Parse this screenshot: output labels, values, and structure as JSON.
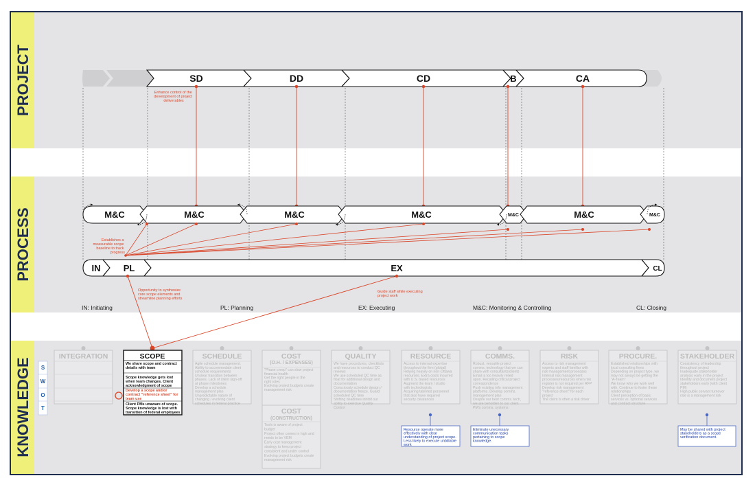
{
  "bands": {
    "project": {
      "label": "PROJECT"
    },
    "process": {
      "label": "PROCESS"
    },
    "knowledge": {
      "label": "KNOWLEDGE"
    }
  },
  "project_phases": [
    {
      "id": "sd",
      "label": "SD"
    },
    {
      "id": "dd",
      "label": "DD"
    },
    {
      "id": "cd",
      "label": "CD"
    },
    {
      "id": "b",
      "label": "B"
    },
    {
      "id": "ca",
      "label": "CA"
    }
  ],
  "project_annotation": [
    "Enhance control of the",
    "development of project",
    "deliverables"
  ],
  "mc_blocks": [
    {
      "label": "M&C"
    },
    {
      "label": "M&C"
    },
    {
      "label": "M&C"
    },
    {
      "label": "M&C"
    },
    {
      "label": "M&C"
    },
    {
      "label": "M&C"
    },
    {
      "label": "M&C"
    }
  ],
  "process_groups": [
    {
      "id": "in",
      "label": "IN"
    },
    {
      "id": "pl",
      "label": "PL"
    },
    {
      "id": "ex",
      "label": "EX"
    },
    {
      "id": "cl",
      "label": "CL"
    }
  ],
  "process_annotations": {
    "scope_baseline": [
      "Establishes a",
      "measurable scope",
      "baseline to track",
      "progress"
    ],
    "synthesize": [
      "Opportunity to synthesize",
      "core scope elements and",
      "streamline planning efforts"
    ],
    "guide_staff": [
      "Guide staff while executing",
      "project work"
    ]
  },
  "legend": [
    "IN: Initiating",
    "PL: Planning",
    "EX: Executing",
    "M&C: Monitoring & Controlling",
    "CL: Closing"
  ],
  "swot": [
    "S",
    "W",
    "O",
    "T"
  ],
  "knowledge_areas": [
    {
      "id": "integration",
      "title": "INTEGRATION",
      "subtitle": "",
      "lines": []
    },
    {
      "id": "schedule",
      "title": "SCHEDULE",
      "subtitle": "",
      "lines": [
        "Agile schedule management.",
        "Ability to accommodate client",
        "schedule requirements",
        "Unclear transition between",
        "phases. Lack of client sign-off",
        "at phase milestones",
        "Develop a schedule",
        "management plan",
        "Unpredictable nature of",
        "changing / evolving client",
        "schedules in federal practice"
      ]
    },
    {
      "id": "cost",
      "title": "COST",
      "subtitle": "(O.H. / EXPENSES)",
      "lines": [
        "\"Phase creep\" can slow project",
        "financial health",
        "Get the right people in the",
        "right roles",
        "Evolving project budgets create",
        "management risk"
      ]
    },
    {
      "id": "quality",
      "title": "QUALITY",
      "subtitle": "",
      "lines": [
        "We have procedures, checklists",
        "and resources to conduct QC",
        "reviews",
        "We use scheduled QC time as",
        "float for additional design and",
        "documentation",
        "Consciously schedule design /",
        "documentation freeze. Guard",
        "scheduled QC time",
        "Shifting deadlines inhibit our",
        "ability to exercise Quality",
        "Control"
      ]
    },
    {
      "id": "resource",
      "title": "RESOURCE",
      "subtitle": "",
      "lines": [
        "Access to internal expertise",
        "throughout the firm (global)",
        "Relying heavily on non-Ottawa",
        "resources. Extra costs incurred",
        "with U.S. based resources",
        "Augment the team / studio",
        "with technologists",
        "Acquiring talented personnel",
        "that also have required",
        "security clearances"
      ]
    },
    {
      "id": "comms",
      "title": "COMMS.",
      "subtitle": "",
      "lines": [
        "Robust, versatile project",
        "comms. technology that we can",
        "share with consultants/clients",
        "Email is too heavily relied",
        "upon. Recalling critical project",
        "correspondence",
        "Push existing info management",
        "platforms. Develop comms.",
        "management plan",
        "Despite our best comms. tech,",
        "we are beholden to our client",
        "PM's comms. systems"
      ]
    },
    {
      "id": "risk",
      "title": "RISK",
      "subtitle": "",
      "lines": [
        "Access to risk management",
        "experts and staff familiar with",
        "risk management processes",
        "Internal risk management",
        "processes/resources when risk",
        "register is not required per RFP",
        "Develop risk management",
        "\"reference sheet\" for each",
        "project",
        "The client is often a risk driver"
      ]
    },
    {
      "id": "procure",
      "title": "PROCURE.",
      "subtitle": "",
      "lines": [
        "Established relationships with",
        "local consulting firms",
        "Depending on project type, we",
        "may not always be getting the",
        "\"A-Team\"",
        "We know who we work well",
        "with. Continue to foster these",
        "relationships",
        "Client perception of basic",
        "services vs. optional services",
        "and contract structure"
      ]
    },
    {
      "id": "stakeholder",
      "title": "STAKEHOLDER",
      "subtitle": "",
      "lines": [
        "Consistency of leadership",
        "throughout project",
        "Inadequate stakeholder",
        "analysis early in the project",
        "Identify and document project",
        "stakeholders early (with client",
        "PM)",
        "High public servant turnover",
        "rate is a management risk"
      ]
    }
  ],
  "cost_construction": {
    "title": "COST",
    "subtitle": "(CONSTRUCTION)",
    "lines": [
      "Tools is aware of project",
      "budget",
      "Project often comes in high and",
      "needs to be VEM",
      "Early cost management",
      "strategy to keep project",
      "consistent and under control",
      "Evolving project budgets create",
      "management risk"
    ]
  },
  "scope": {
    "title": "SCOPE",
    "strength": [
      "We share scope and contract",
      "details with team"
    ],
    "weakness": [
      "Scope knowledge gets lost",
      "when team changes. Client",
      "acknowledgment of scope"
    ],
    "opportunity": [
      "Develop a scope and/or",
      "contract \"reference sheet\" for",
      "team use"
    ],
    "threat": [
      "Client PMs unaware of scope.",
      "Scope knowledge is lost with",
      "transition of federal employees"
    ]
  },
  "blue_notes": {
    "resource": [
      "Resource operate more",
      "effectively with clear",
      "understanding of project scope.",
      "Less likely to execute unbillable",
      "work"
    ],
    "comms": [
      "Eliminate unecessary",
      "communication tasks",
      "pertaining to scope",
      "knowledge."
    ],
    "stakeholder": [
      "May be shared with project",
      "stakeholders as a scope",
      "verification document."
    ]
  },
  "colors": {
    "accent_yellow": "#eef07a",
    "navy": "#1f2d4f",
    "band_grey": "#e4e4e6",
    "link_red": "#d9472b",
    "note_blue": "#1f3fa8"
  }
}
